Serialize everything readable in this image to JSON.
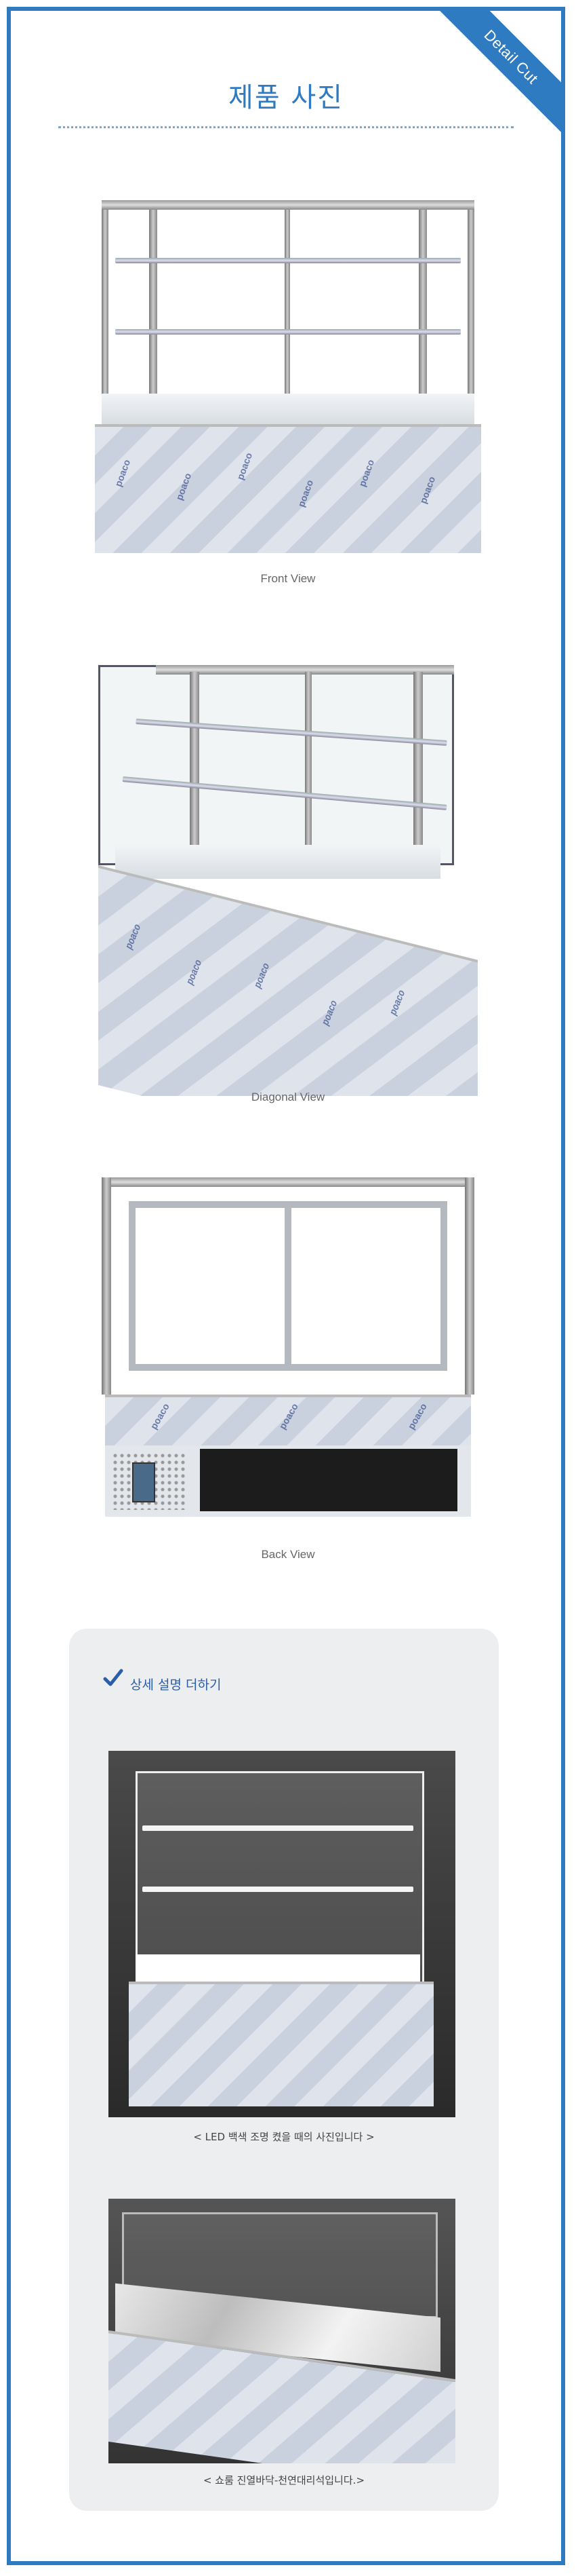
{
  "badge": "Detail Cut",
  "title": "제품 사진",
  "photos": [
    {
      "caption": "Front View",
      "brand": "poaco"
    },
    {
      "caption": "Diagonal View",
      "brand": "poaco"
    },
    {
      "caption": "Back View",
      "brand": "poaco"
    }
  ],
  "detail": {
    "heading": "상세 설명 더하기",
    "items": [
      {
        "caption": "< LED 백색 조명 켰을 때의 사진입니다 >"
      },
      {
        "caption": "< 쇼룸 진열바닥-천연대리석입니다.>"
      }
    ]
  },
  "colors": {
    "accent": "#2f7bc2",
    "panel": "#eceeef"
  }
}
